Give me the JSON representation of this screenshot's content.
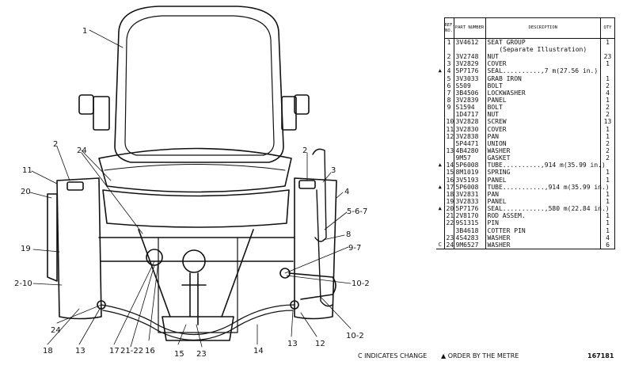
{
  "table": {
    "headers": {
      "ref": "REF. NO.",
      "part": "PART NUMBER",
      "desc": "DESCRIPTION",
      "qty": "QTY"
    },
    "rows": [
      {
        "mark": "",
        "ref": "1",
        "part": "3V4612",
        "desc": "SEAT GROUP",
        "qty": "1"
      },
      {
        "mark": "",
        "ref": "",
        "part": "",
        "desc": "(Separate Illustration)",
        "qty": ""
      },
      {
        "mark": "",
        "ref": "2",
        "part": "3V2748",
        "desc": "NUT",
        "qty": "23"
      },
      {
        "mark": "",
        "ref": "3",
        "part": "3V2829",
        "desc": "COVER",
        "qty": "1"
      },
      {
        "mark": "▲",
        "ref": "4",
        "part": "5P7176",
        "desc": "SEAL..........,7 m(27.56 in.)",
        "qty": ""
      },
      {
        "mark": "",
        "ref": "5",
        "part": "3V3033",
        "desc": "GRAB IRON",
        "qty": "1"
      },
      {
        "mark": "",
        "ref": "6",
        "part": "S509",
        "desc": "BOLT",
        "qty": "2"
      },
      {
        "mark": "",
        "ref": "7",
        "part": "3B4506",
        "desc": "LOCKWASHER",
        "qty": "4"
      },
      {
        "mark": "",
        "ref": "8",
        "part": "3V2839",
        "desc": "PANEL",
        "qty": "1"
      },
      {
        "mark": "",
        "ref": "9",
        "part": "S1594",
        "desc": "BOLT",
        "qty": "2"
      },
      {
        "mark": "",
        "ref": "",
        "part": "1D4717",
        "desc": "NUT",
        "qty": "2"
      },
      {
        "mark": "",
        "ref": "10",
        "part": "3V2828",
        "desc": "SCREW",
        "qty": "13"
      },
      {
        "mark": "",
        "ref": "11",
        "part": "3V2830",
        "desc": "COVER",
        "qty": "1"
      },
      {
        "mark": "",
        "ref": "12",
        "part": "3V2838",
        "desc": "PAN",
        "qty": "1"
      },
      {
        "mark": "",
        "ref": "",
        "part": "5P4471",
        "desc": "UNION",
        "qty": "2"
      },
      {
        "mark": "",
        "ref": "13",
        "part": "4B4280",
        "desc": "WASHER",
        "qty": "2"
      },
      {
        "mark": "",
        "ref": "",
        "part": "9M57",
        "desc": "GASKET",
        "qty": "2"
      },
      {
        "mark": "▲",
        "ref": "14",
        "part": "5P6008",
        "desc": "TUBE..........,914 m(35.99 in.)",
        "qty": ""
      },
      {
        "mark": "",
        "ref": "15",
        "part": "8M1019",
        "desc": "SPRING",
        "qty": "1"
      },
      {
        "mark": "",
        "ref": "16",
        "part": "3V5193",
        "desc": "PANEL",
        "qty": "1"
      },
      {
        "mark": "▲",
        "ref": "17",
        "part": "5P6008",
        "desc": "TUBE...........,914 m(35.99 in.)",
        "qty": ""
      },
      {
        "mark": "",
        "ref": "18",
        "part": "3V2831",
        "desc": "PAN",
        "qty": "1"
      },
      {
        "mark": "",
        "ref": "19",
        "part": "3V2833",
        "desc": "PANEL",
        "qty": "1"
      },
      {
        "mark": "▲",
        "ref": "20",
        "part": "5P7176",
        "desc": "SEAL...........,580 m(22.84 in.)",
        "qty": ""
      },
      {
        "mark": "",
        "ref": "21",
        "part": "2V8170",
        "desc": "ROD ASSEM.",
        "qty": "1"
      },
      {
        "mark": "",
        "ref": "22",
        "part": "9S1315",
        "desc": "PIN",
        "qty": "1"
      },
      {
        "mark": "",
        "ref": "",
        "part": "3B4618",
        "desc": "COTTER PIN",
        "qty": "1"
      },
      {
        "mark": "",
        "ref": "23",
        "part": "4S4283",
        "desc": "WASHER",
        "qty": "4"
      },
      {
        "mark": "C",
        "ref": "24",
        "part": "9M6527",
        "desc": "WASHER",
        "qty": "6"
      }
    ]
  },
  "footer": {
    "change_note": "C INDICATES CHANGE",
    "order_note": "▲ ORDER BY THE METRE",
    "drawing_number": "167181"
  },
  "callouts": {
    "c1": "1",
    "c2l": "2",
    "c11": "11",
    "c20": "20",
    "c24t": "24",
    "c2r": "2",
    "c3": "3",
    "c4": "4",
    "c567": "5-6-7",
    "c8": "8",
    "c97": "9-7",
    "c19": "19",
    "c210": "2-10",
    "c102a": "10-2",
    "c24b": "24",
    "c18": "18",
    "c13a": "13",
    "c17": "17",
    "c2122": "21-22",
    "c16": "16",
    "c15": "15",
    "c23": "23",
    "c14": "14",
    "c13b": "13",
    "c12": "12",
    "c102b": "10-2"
  }
}
